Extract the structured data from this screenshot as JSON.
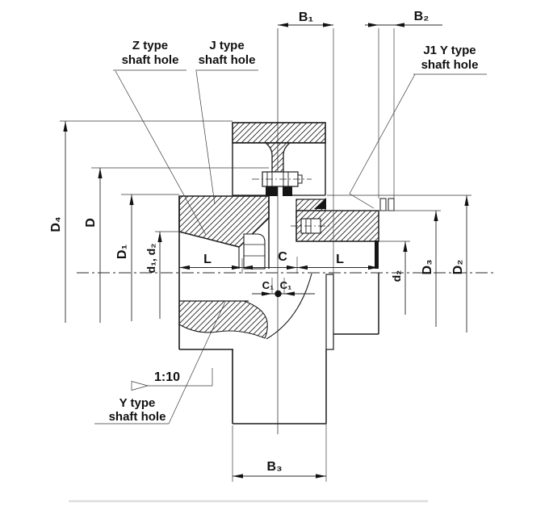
{
  "drawing": {
    "title": "Gear coupling sectional drawing",
    "callouts": {
      "z": {
        "line1": "Z type",
        "line2": "shaft hole"
      },
      "j": {
        "line1": "J type",
        "line2": "shaft hole"
      },
      "j1": {
        "line1": "J1 Y type",
        "line2": "shaft hole"
      },
      "y": {
        "line1": "Y type",
        "line2": "shaft hole"
      },
      "taper_ratio": "1:10"
    },
    "dimensions": {
      "b1": "B₁",
      "b2": "B₂",
      "b3": "B₃",
      "d4": "D₄",
      "d_big": "D",
      "d1_cap": "D₁",
      "d1d2": "d₁, d₂",
      "d2_small": "d₂",
      "d3": "D₃",
      "d2_cap": "D₂",
      "l_left": "L",
      "c": "C",
      "l_right": "L",
      "c1_left": "C₁",
      "c1_right": "C₁"
    },
    "colors": {
      "line": "#1c1c1c",
      "background": "#ffffff",
      "seal_fill": "#151515"
    }
  }
}
